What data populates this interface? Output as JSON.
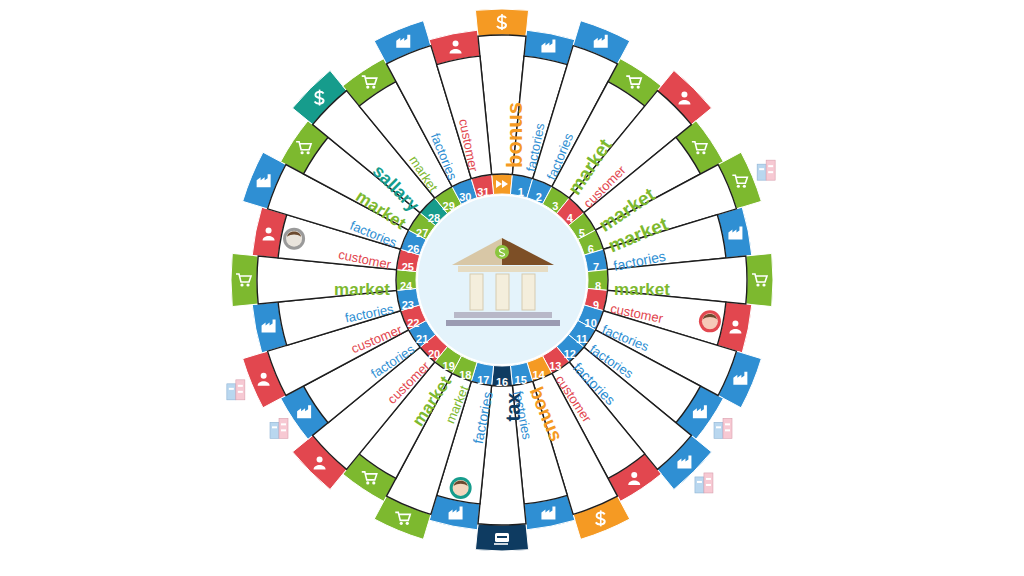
{
  "diagram": {
    "nodes": [
      {
        "text": [
          "bonus"
        ]
      },
      {
        "text": [
          "1"
        ]
      },
      {
        "text": [
          "factories"
        ]
      },
      {
        "text": [
          "2"
        ]
      },
      {
        "text": [
          "factories"
        ]
      },
      {
        "text": [
          "3"
        ]
      },
      {
        "text": [
          "market"
        ]
      },
      {
        "text": [
          "4"
        ]
      },
      {
        "text": [
          "customer"
        ]
      },
      {
        "text": [
          "5"
        ]
      },
      {
        "text": [
          "market"
        ]
      },
      {
        "text": [
          "6"
        ]
      },
      {
        "text": [
          "market"
        ]
      },
      {
        "text": [
          "7"
        ]
      },
      {
        "text": [
          "factories"
        ]
      },
      {
        "text": [
          "8"
        ]
      },
      {
        "text": [
          "market"
        ]
      },
      {
        "text": [
          "9"
        ]
      },
      {
        "text": [
          "customer"
        ]
      },
      {
        "text": [
          "10"
        ]
      },
      {
        "text": [
          "factories"
        ]
      },
      {
        "text": [
          "11"
        ]
      },
      {
        "text": [
          "factories"
        ]
      },
      {
        "text": [
          "12"
        ]
      },
      {
        "text": [
          "factories"
        ]
      },
      {
        "text": [
          "13"
        ]
      },
      {
        "text": [
          "customer"
        ]
      },
      {
        "text": [
          "14"
        ]
      },
      {
        "text": [
          "bonus"
        ]
      },
      {
        "text": [
          "15"
        ]
      },
      {
        "text": [
          "factories"
        ]
      },
      {
        "text": [
          "16"
        ]
      },
      {
        "text": [
          "tax"
        ]
      },
      {
        "text": [
          "17"
        ]
      },
      {
        "text": [
          "factories"
        ]
      },
      {
        "text": [
          "18"
        ]
      },
      {
        "text": [
          "market"
        ]
      },
      {
        "text": [
          "19"
        ]
      },
      {
        "text": [
          "market"
        ]
      },
      {
        "text": [
          "20"
        ]
      },
      {
        "text": [
          "customer"
        ]
      },
      {
        "text": [
          "21"
        ]
      },
      {
        "text": [
          "factories"
        ]
      },
      {
        "text": [
          "22"
        ]
      },
      {
        "text": [
          "customer"
        ]
      },
      {
        "text": [
          "23"
        ]
      },
      {
        "text": [
          "factories"
        ]
      },
      {
        "text": [
          "24"
        ]
      },
      {
        "text": [
          "market"
        ]
      },
      {
        "text": [
          "25"
        ]
      },
      {
        "text": [
          "customer"
        ]
      },
      {
        "text": [
          "26"
        ]
      },
      {
        "text": [
          "factories"
        ]
      },
      {
        "text": [
          "27"
        ]
      },
      {
        "text": [
          "market"
        ]
      },
      {
        "text": [
          "28"
        ]
      },
      {
        "text": [
          "sallary"
        ]
      },
      {
        "text": [
          "29"
        ]
      },
      {
        "text": [
          "market"
        ]
      },
      {
        "text": [
          "30"
        ]
      },
      {
        "text": [
          "factories"
        ]
      },
      {
        "text": [
          "31"
        ]
      },
      {
        "text": [
          "customer"
        ]
      }
    ]
  }
}
